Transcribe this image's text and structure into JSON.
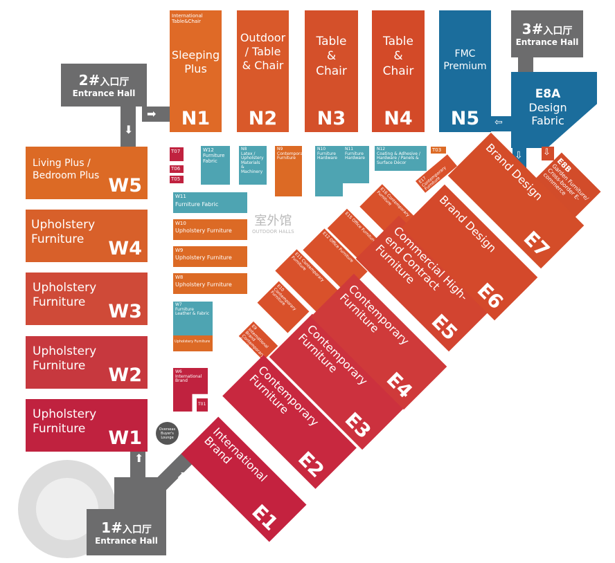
{
  "entrances": {
    "e1": {
      "num": "1#",
      "cn": "入口厅",
      "en": "Entrance Hall"
    },
    "e2": {
      "num": "2#",
      "cn": "入口厅",
      "en": "Entrance Hall"
    },
    "e3": {
      "num": "3#",
      "cn": "入口厅",
      "en": "Entrance Hall"
    }
  },
  "north": [
    {
      "id": "N1",
      "top": "International Table&Chair",
      "label": "Sleeping Plus"
    },
    {
      "id": "N2",
      "label": "Outdoor / Table & Chair"
    },
    {
      "id": "N3",
      "label": "Table & Chair"
    },
    {
      "id": "N4",
      "label": "Table & Chair"
    },
    {
      "id": "N5",
      "label": "FMC Premium"
    }
  ],
  "e8a": {
    "id": "E8A",
    "label1": "Design",
    "label2": "Fabric"
  },
  "e8b": {
    "id": "E8B",
    "label": "Garden Furniture/ Cross-border E-commerce"
  },
  "west": [
    {
      "id": "W5",
      "label": "Living Plus / Bedroom Plus"
    },
    {
      "id": "W4",
      "label": "Upholstery Furniture"
    },
    {
      "id": "W3",
      "label": "Upholstery Furniture"
    },
    {
      "id": "W2",
      "label": "Upholstery Furniture"
    },
    {
      "id": "W1",
      "label": "Upholstery Furniture"
    }
  ],
  "small": {
    "T07": "T07",
    "T06": "T06",
    "T05": "T05",
    "T03": "T03",
    "T01": "T01",
    "W12": {
      "id": "W12",
      "label": "Furniture Fabric"
    },
    "N8": {
      "id": "N8",
      "label": "Latex / Upholstery Materials & Machinery"
    },
    "N9": {
      "id": "N9",
      "label": "Contemporary Furniture"
    },
    "N10": {
      "id": "N10",
      "label": "Furniture Hardware"
    },
    "N11": {
      "id": "N11",
      "label": "Furniture Hardware"
    },
    "N12": {
      "id": "N12",
      "label": "Coating & Adhesive / Hardware / Panels & Surface Décor"
    },
    "W11": {
      "id": "W11",
      "label": "Furniture  Fabric"
    },
    "W10": {
      "id": "W10",
      "label": "Upholstery Furniture"
    },
    "W9": {
      "id": "W9",
      "label": "Upholstery Furniture"
    },
    "W8": {
      "id": "W8",
      "label": "Upholstery Furniture"
    },
    "W7": {
      "id": "W7",
      "label": "Furniture Leather & Fabric",
      "label2": "Upholstery Furniture"
    },
    "W6": {
      "id": "W6",
      "label": "International Brand"
    }
  },
  "outdoor": {
    "cn": "室外馆",
    "en": "OUTDOOR HALLS"
  },
  "lounge": "Overseas Buyer's Lounge",
  "east": [
    {
      "id": "E1",
      "label": "International Brand"
    },
    {
      "id": "E2",
      "label": "Contemporary Furniture"
    },
    {
      "id": "E3",
      "label": "Contemporary Furniture"
    },
    {
      "id": "E4",
      "label": "Contemporary Furniture"
    },
    {
      "id": "E5",
      "label": "Commercial High-end Contract Furniture"
    },
    {
      "id": "E6",
      "label": "Brand Design"
    },
    {
      "id": "E7",
      "label": "Brand Design"
    }
  ],
  "east_small": [
    {
      "id": "E9",
      "label": "International Brand Contemporary Furniture"
    },
    {
      "id": "E10",
      "label": "Contemporary Furniture"
    },
    {
      "id": "E11",
      "label": "Contemporary Furniture"
    },
    {
      "id": "E12",
      "label": "Office Furniture"
    },
    {
      "id": "E15",
      "label": "Office Furniture"
    },
    {
      "id": "E16",
      "label": "Contemporary Furniture"
    },
    {
      "id": "E17",
      "label": "Contemporary Furniture"
    }
  ],
  "colors": {
    "gray": "#6c6c6d",
    "teal": "#4ea4b2",
    "blue": "#1b6d9c",
    "orange": "#dc6a25",
    "redorange": "#d24c2a",
    "crimson": "#c0223f"
  }
}
